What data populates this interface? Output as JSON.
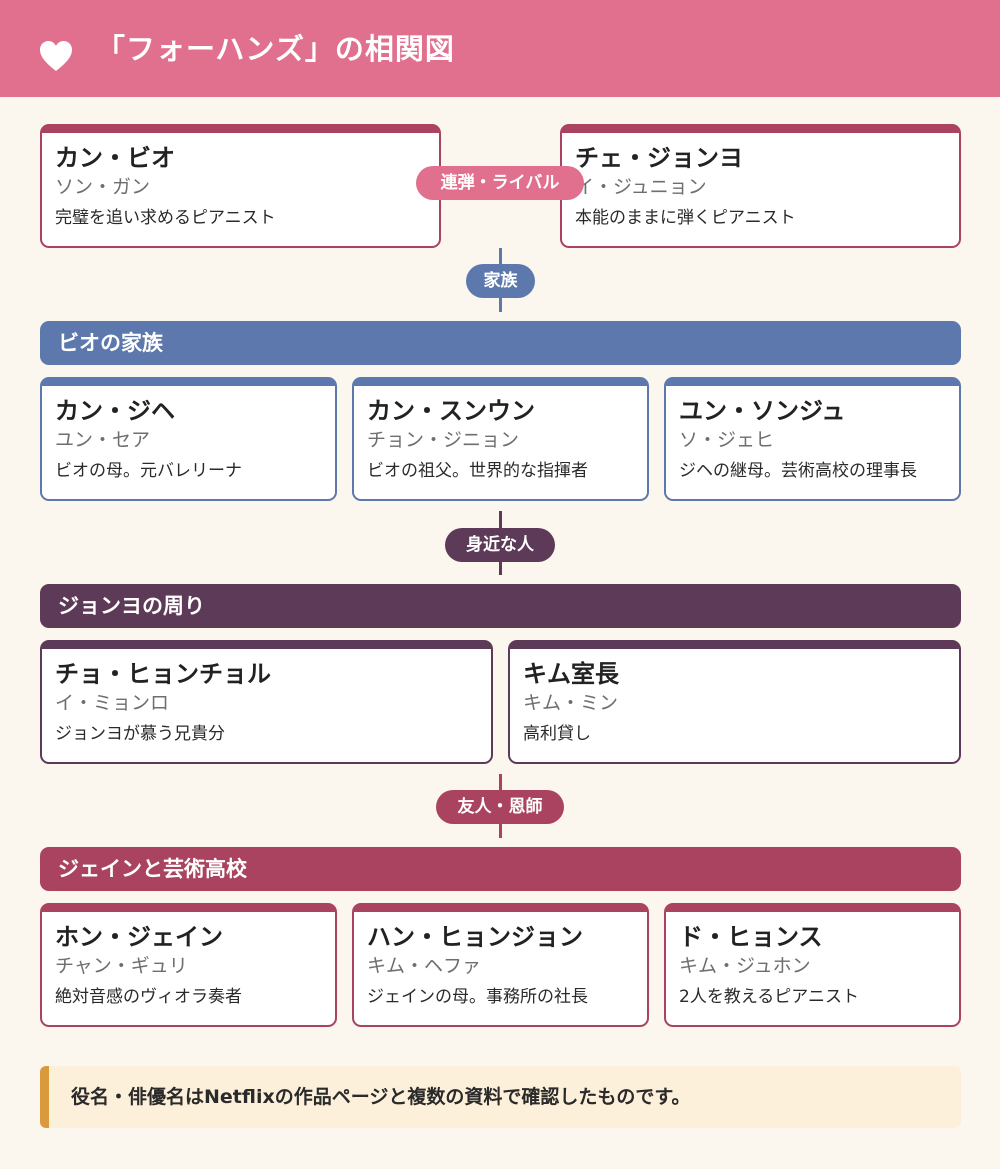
{
  "header": {
    "title": "「フォーハンズ」の相関図",
    "heart_icon": "heart-icon"
  },
  "colors": {
    "pink": "#e1708e",
    "blue": "#5c78ad",
    "plum": "#5e3a59",
    "crimson": "#a9435f",
    "note_accent": "#d99a3d"
  },
  "top_pair": {
    "left": {
      "name": "カン・ビオ",
      "actor": "ソン・ガン",
      "desc": "完璧を追い求めるピアニスト"
    },
    "right": {
      "name": "チェ・ジョンヨ",
      "actor": "イ・ジュニョン",
      "desc": "本能のままに弾くピアニスト"
    },
    "relation": "連弾・ライバル"
  },
  "link1": "家族",
  "group1": {
    "title": "ビオの家族",
    "cards": [
      {
        "name": "カン・ジヘ",
        "actor": "ユン・セア",
        "desc": "ビオの母。元バレリーナ"
      },
      {
        "name": "カン・スンウン",
        "actor": "チョン・ジニョン",
        "desc": "ビオの祖父。世界的な指揮者"
      },
      {
        "name": "ユン・ソンジュ",
        "actor": "ソ・ジェヒ",
        "desc": "ジヘの継母。芸術高校の理事長"
      }
    ]
  },
  "link2": "身近な人",
  "group2": {
    "title": "ジョンヨの周り",
    "cards": [
      {
        "name": "チョ・ヒョンチョル",
        "actor": "イ・ミョンロ",
        "desc": "ジョンヨが慕う兄貴分"
      },
      {
        "name": "キム室長",
        "actor": "キム・ミン",
        "desc": "高利貸し"
      }
    ]
  },
  "link3": "友人・恩師",
  "group3": {
    "title": "ジェインと芸術高校",
    "cards": [
      {
        "name": "ホン・ジェイン",
        "actor": "チャン・ギュリ",
        "desc": "絶対音感のヴィオラ奏者"
      },
      {
        "name": "ハン・ヒョンジョン",
        "actor": "キム・ヘファ",
        "desc": "ジェインの母。事務所の社長"
      },
      {
        "name": "ド・ヒョンス",
        "actor": "キム・ジュホン",
        "desc": "2人を教えるピアニスト"
      }
    ]
  },
  "note": "役名・俳優名はNetflixの作品ページと複数の資料で確認したものです。"
}
